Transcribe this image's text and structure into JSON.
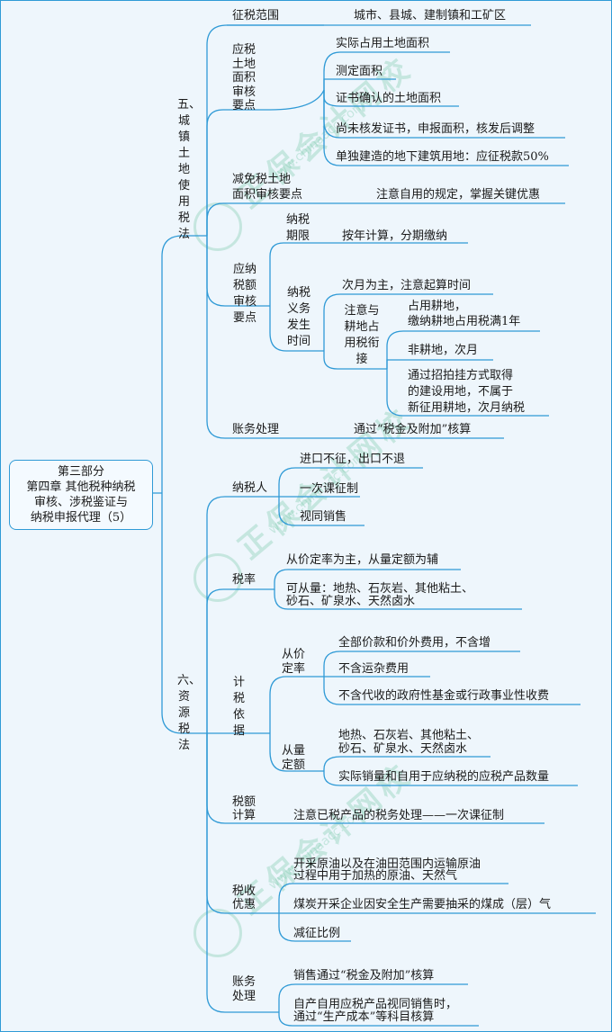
{
  "root": {
    "lines": [
      "第三部分",
      "第四章 其他税种纳税",
      "审核、涉税鉴证与",
      "纳税申报代理（5）"
    ]
  },
  "s5": {
    "title": "五、城镇土地使用税法",
    "scope": {
      "label": "征税范围",
      "value": "城市、县城、建制镇和工矿区"
    },
    "area": {
      "label": "应税土地面积审核要点",
      "items": [
        "实际占用土地面积",
        "测定面积",
        "证书确认的土地面积",
        "尚未核发证书，申报面积，核发后调整",
        "单独建造的地下建筑用地：应征税款50%"
      ]
    },
    "exempt": {
      "label1": "减免税土地",
      "label2": "面积审核要点",
      "value": "注意自用的规定，掌握关键优惠"
    },
    "tax_due": {
      "label": "应纳税额审核要点",
      "period": {
        "label": "纳税期限",
        "value": "按年计算，分期缴纳"
      },
      "time": {
        "label": "纳税义务发生时间",
        "first": "次月为主，注意起算时间",
        "farm_label": "注意与耕地占用税衔接",
        "occupied1": "占用耕地，",
        "occupied2": "缴纳耕地占用税满1年",
        "non_farm": "非耕地，次月",
        "auction1": "通过招拍挂方式取得",
        "auction2": "的建设用地，不属于",
        "auction3": "新征用耕地，次月纳税"
      }
    },
    "account": {
      "label": "账务处理",
      "value": "通过“税金及附加”核算"
    }
  },
  "s6": {
    "title": "六、资源税法",
    "taxpayer": {
      "label": "纳税人",
      "items": [
        "进口不征，出口不退",
        "一次课征制",
        "视同销售"
      ]
    },
    "rate": {
      "label": "税率",
      "items": [
        "从价定率为主，从量定额为辅"
      ],
      "option1": "可从量：地热、石灰岩、其他粘土、",
      "option2": "砂石、矿泉水、天然卤水"
    },
    "basis": {
      "label": "计税依据",
      "ad_valorem": {
        "label1": "从价",
        "label2": "定率",
        "items": [
          "全部价款和价外费用，不含增",
          "不含运杂费用",
          "不含代收的政府性基金或行政事业性收费"
        ]
      },
      "specific": {
        "label1": "从量",
        "label2": "定额",
        "item1a": "地热、石灰岩、其他粘土、",
        "item1b": "砂石、矿泉水、天然卤水",
        "item2": "实际销量和自用于应纳税的应税产品数量"
      }
    },
    "calc": {
      "label1": "税额",
      "label2": "计算",
      "value": "注意已税产品的税务处理——一次课征制"
    },
    "relief": {
      "label1": "税收",
      "label2": "优惠",
      "item1a": "开采原油以及在油田范围内运输原油",
      "item1b": "过程中用于加热的原油、天然气",
      "item2": "煤炭开采企业因安全生产需要抽采的煤成（层）气",
      "item3": "减征比例"
    },
    "account": {
      "label1": "账务",
      "label2": "处理",
      "item1": "销售通过“税金及附加”核算",
      "item2a": "自产自用应税产品视同销售时，",
      "item2b": "通过“生产成本”等科目核算"
    }
  },
  "watermark": {
    "text": "正保会计网校",
    "url": "www.chinaacc.com"
  },
  "colors": {
    "line": "#2f9ad6",
    "background": "#eef6fc",
    "watermark": "#9fd9c4"
  }
}
